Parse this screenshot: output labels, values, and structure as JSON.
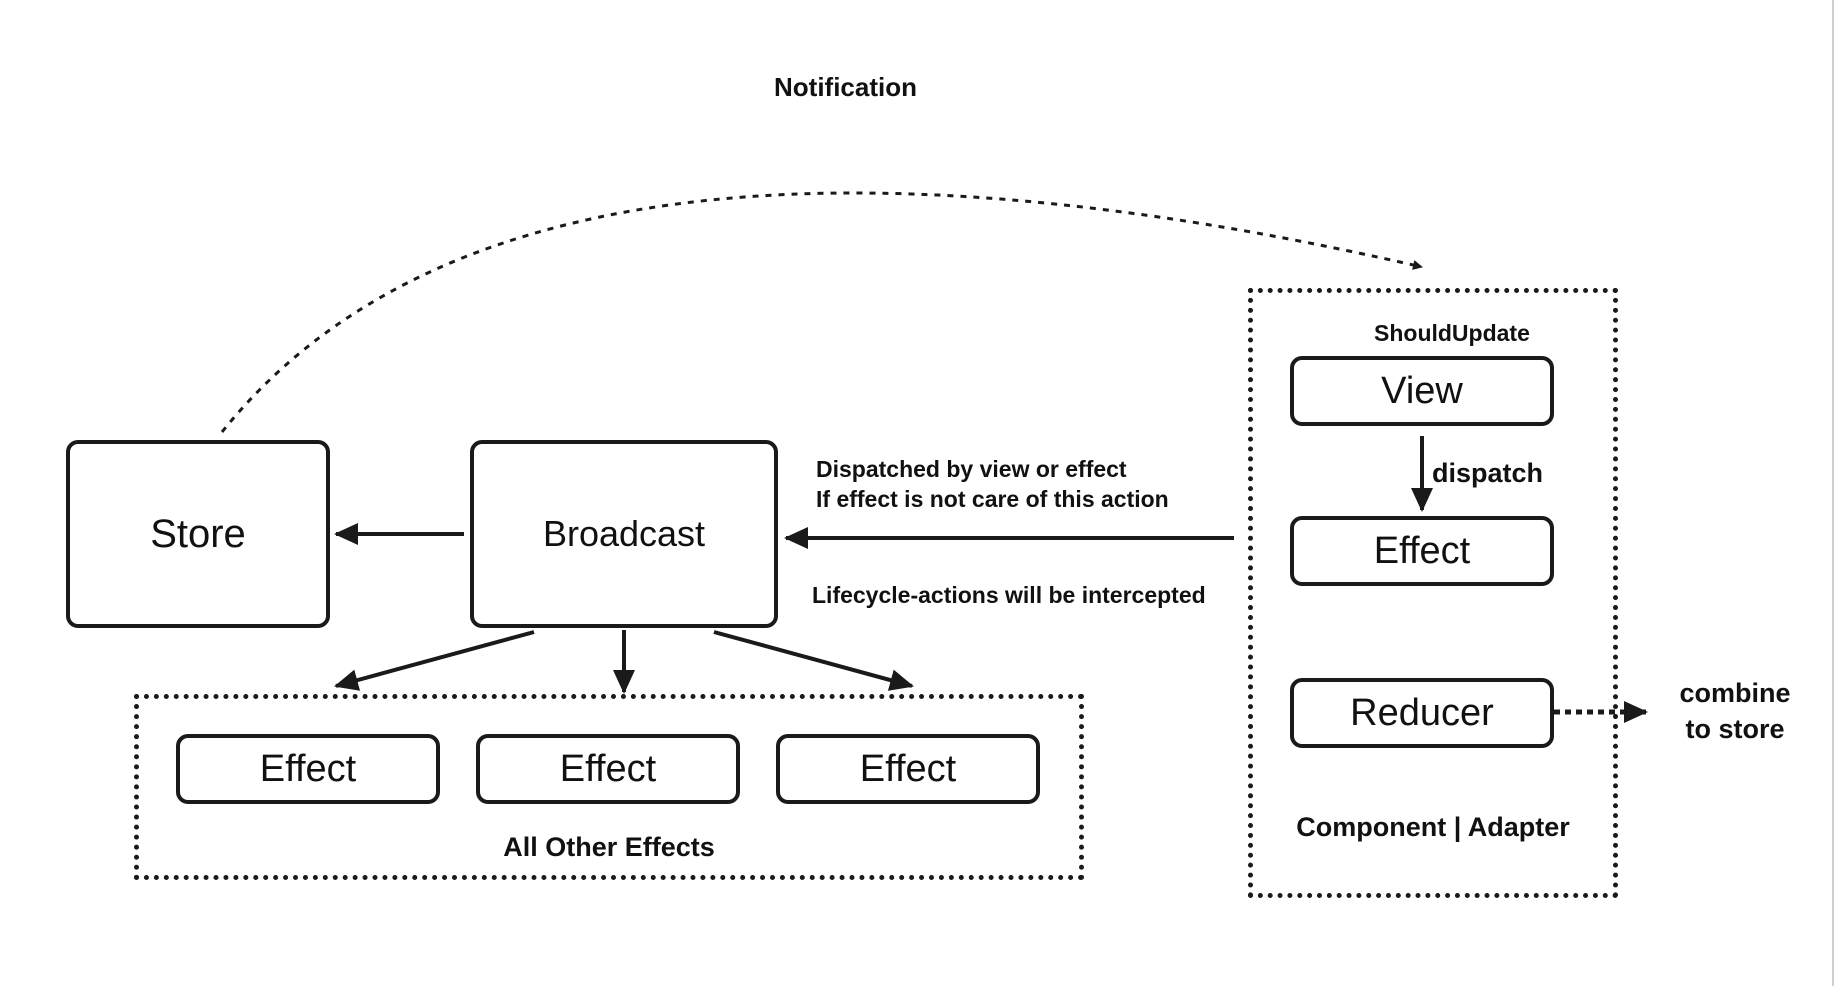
{
  "diagram": {
    "notification_label": "Notification",
    "store_label": "Store",
    "broadcast_label": "Broadcast",
    "dispatched_line1": "Dispatched by view or effect",
    "dispatched_line2": "If effect is not care of this action",
    "intercepted_label": "Lifecycle-actions will be intercepted",
    "other_effects": {
      "items": [
        "Effect",
        "Effect",
        "Effect"
      ],
      "group_label": "All Other Effects"
    },
    "component": {
      "should_update_label": "ShouldUpdate",
      "view_label": "View",
      "dispatch_label": "dispatch",
      "effect_label": "Effect",
      "reducer_label": "Reducer",
      "group_label": "Component | Adapter"
    },
    "combine_line1": "combine",
    "combine_line2": "to store"
  }
}
